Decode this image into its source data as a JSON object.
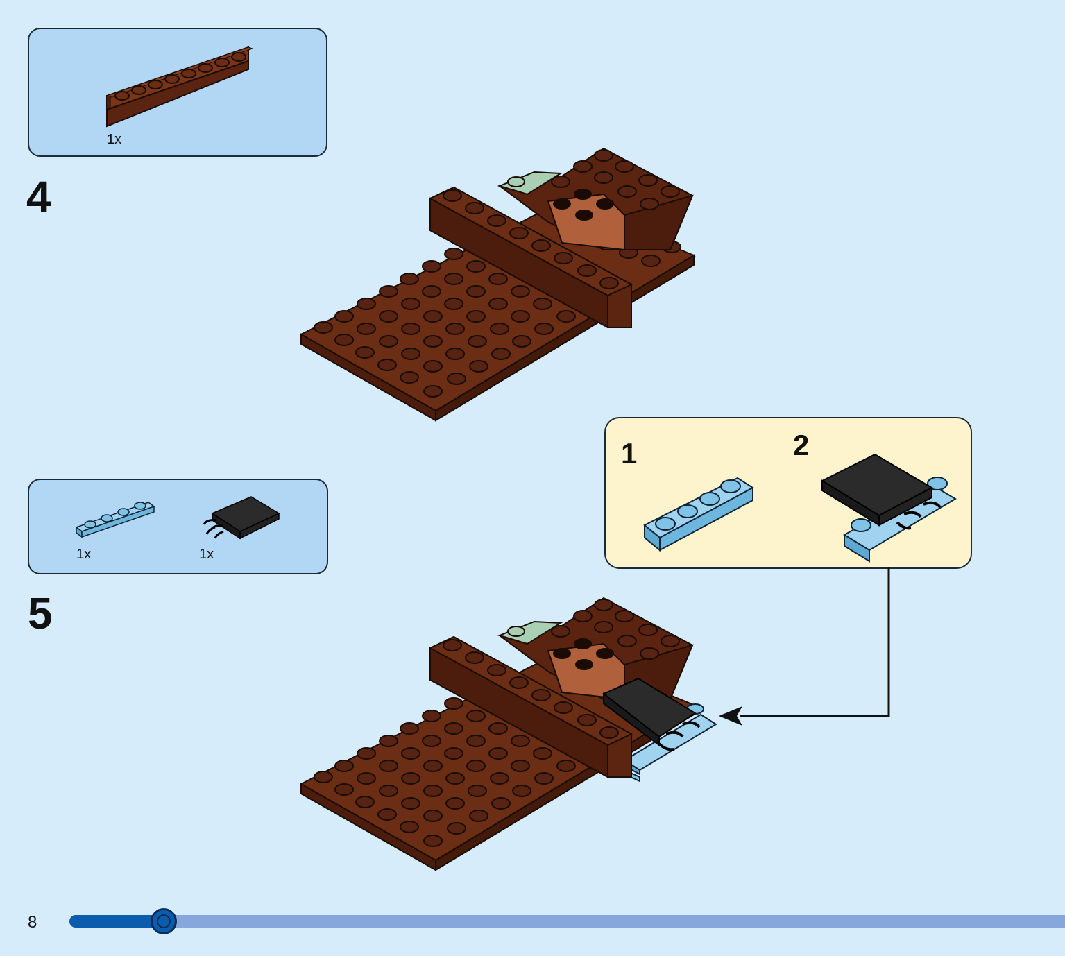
{
  "page": {
    "number": "8",
    "progress": 0.095
  },
  "steps": [
    {
      "number": "4",
      "parts": [
        {
          "qty": "1x",
          "part": "brown-1x8-brick"
        }
      ]
    },
    {
      "number": "5",
      "parts": [
        {
          "qty": "1x",
          "part": "light-blue-1x4-plate"
        },
        {
          "qty": "1x",
          "part": "black-tile-with-clips"
        }
      ],
      "sub_steps": [
        {
          "number": "1"
        },
        {
          "number": "2"
        }
      ]
    }
  ],
  "colors": {
    "background": "#d6ecfb",
    "parts_box": "#b2d7f4",
    "sub_box": "#fdf3cc",
    "brown": "#6b2d14",
    "brown_dark": "#4c1d0c",
    "stud": "#572312",
    "light_blue": "#7fc3e6",
    "black": "#2b2b2b",
    "sand_green": "#a9cfb5",
    "progress_fill": "#0a5dad",
    "progress_track": "#86a7dc"
  },
  "icons": [
    "brick-icon",
    "plate-icon",
    "tile-icon",
    "arrow-icon"
  ]
}
